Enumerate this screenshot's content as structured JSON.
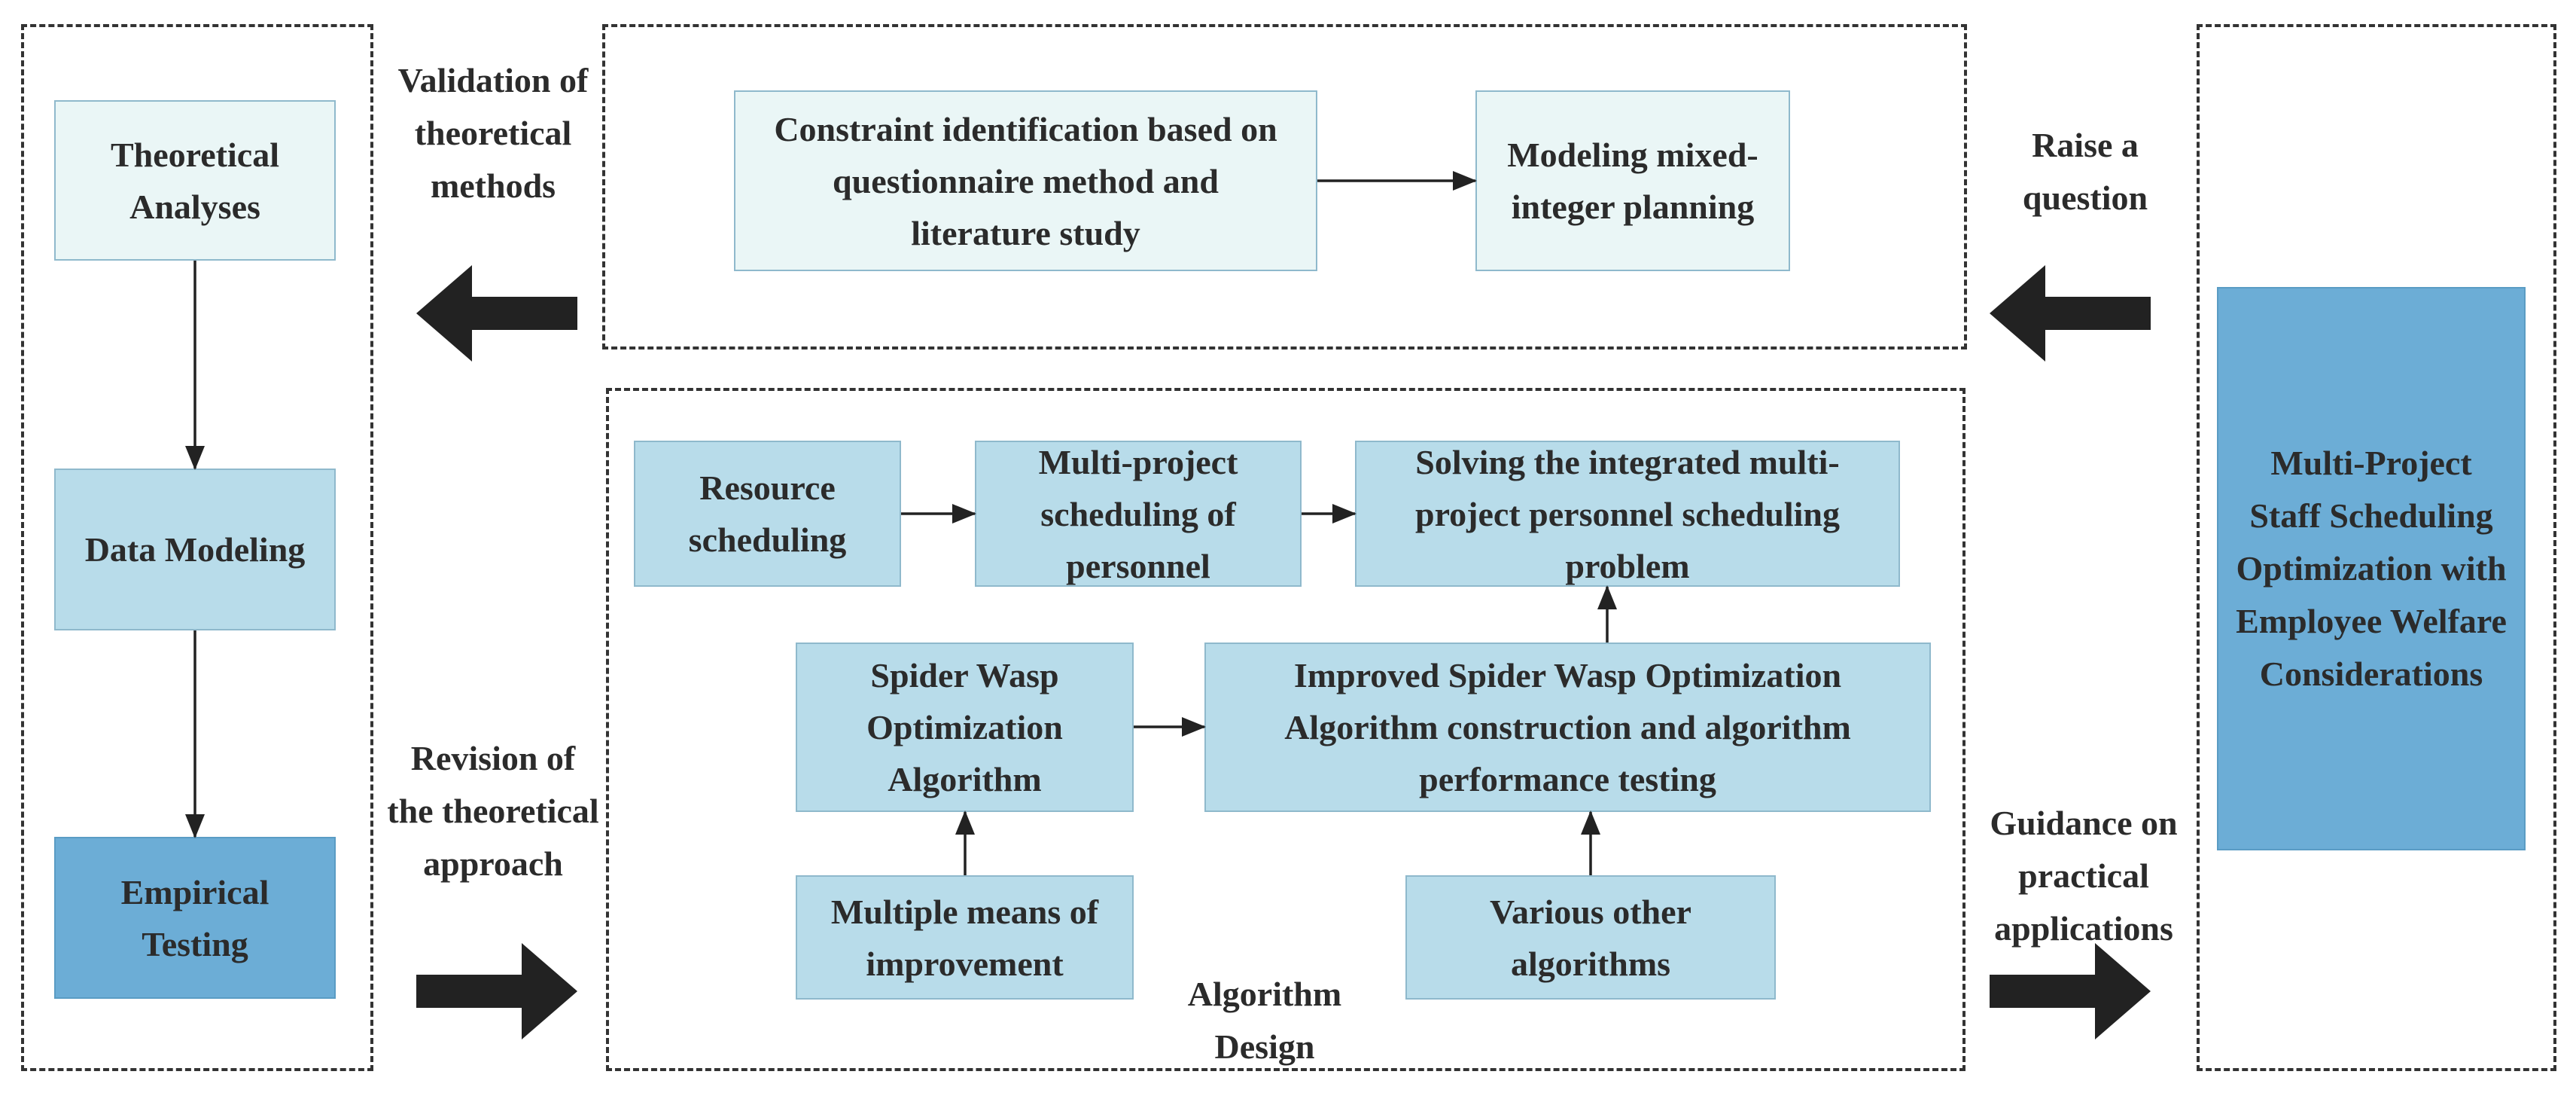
{
  "left_panel": {
    "theoretical_analyses": "Theoretical Analyses",
    "data_modeling": "Data Modeling",
    "empirical_testing": "Empirical Testing"
  },
  "top_panel": {
    "constraint_identification": "Constraint identification based on questionnaire method and literature study",
    "modeling": "Modeling mixed-integer planning"
  },
  "algorithm_panel": {
    "resource_scheduling": "Resource scheduling",
    "multi_project_scheduling": "Multi-project scheduling of personnel",
    "solving_problem": "Solving the integrated multi-project personnel scheduling problem",
    "spider_wasp": "Spider Wasp Optimization Algorithm",
    "improved_swo": "Improved Spider Wasp Optimization Algorithm construction and algorithm performance testing",
    "multiple_means": "Multiple means of improvement",
    "various_algorithms": "Various other algorithms",
    "caption": "Algorithm Design"
  },
  "right_panel": {
    "title": "Multi-Project Staff Scheduling Optimization with Employee Welfare Considerations"
  },
  "connectors": {
    "validation": "Validation of theoretical methods",
    "raise_question": "Raise a question",
    "revision": "Revision of the theoretical approach",
    "guidance": "Guidance on practical applications"
  },
  "colors": {
    "box_light": "#eaf6f6",
    "box_mid": "#b8dcea",
    "box_dark": "#6cadd6",
    "arrow": "#222222",
    "dash_border": "#333333"
  }
}
